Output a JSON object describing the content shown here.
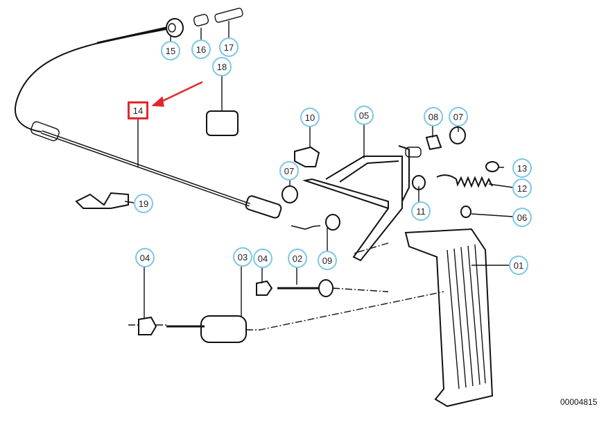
{
  "diagram": {
    "title": "Accelerator pedal / throttle cable assembly",
    "diagram_id": "00004815",
    "selected_part": "14",
    "accent_color": "#e3262a",
    "callout_color": "#7cc6e6",
    "callouts": [
      {
        "label": "15"
      },
      {
        "label": "16"
      },
      {
        "label": "17"
      },
      {
        "label": "18"
      },
      {
        "label": "14"
      },
      {
        "label": "10"
      },
      {
        "label": "05"
      },
      {
        "label": "08"
      },
      {
        "label": "07"
      },
      {
        "label": "07"
      },
      {
        "label": "13"
      },
      {
        "label": "12"
      },
      {
        "label": "11"
      },
      {
        "label": "06"
      },
      {
        "label": "19"
      },
      {
        "label": "09"
      },
      {
        "label": "04"
      },
      {
        "label": "03"
      },
      {
        "label": "04"
      },
      {
        "label": "02"
      },
      {
        "label": "01"
      }
    ]
  }
}
